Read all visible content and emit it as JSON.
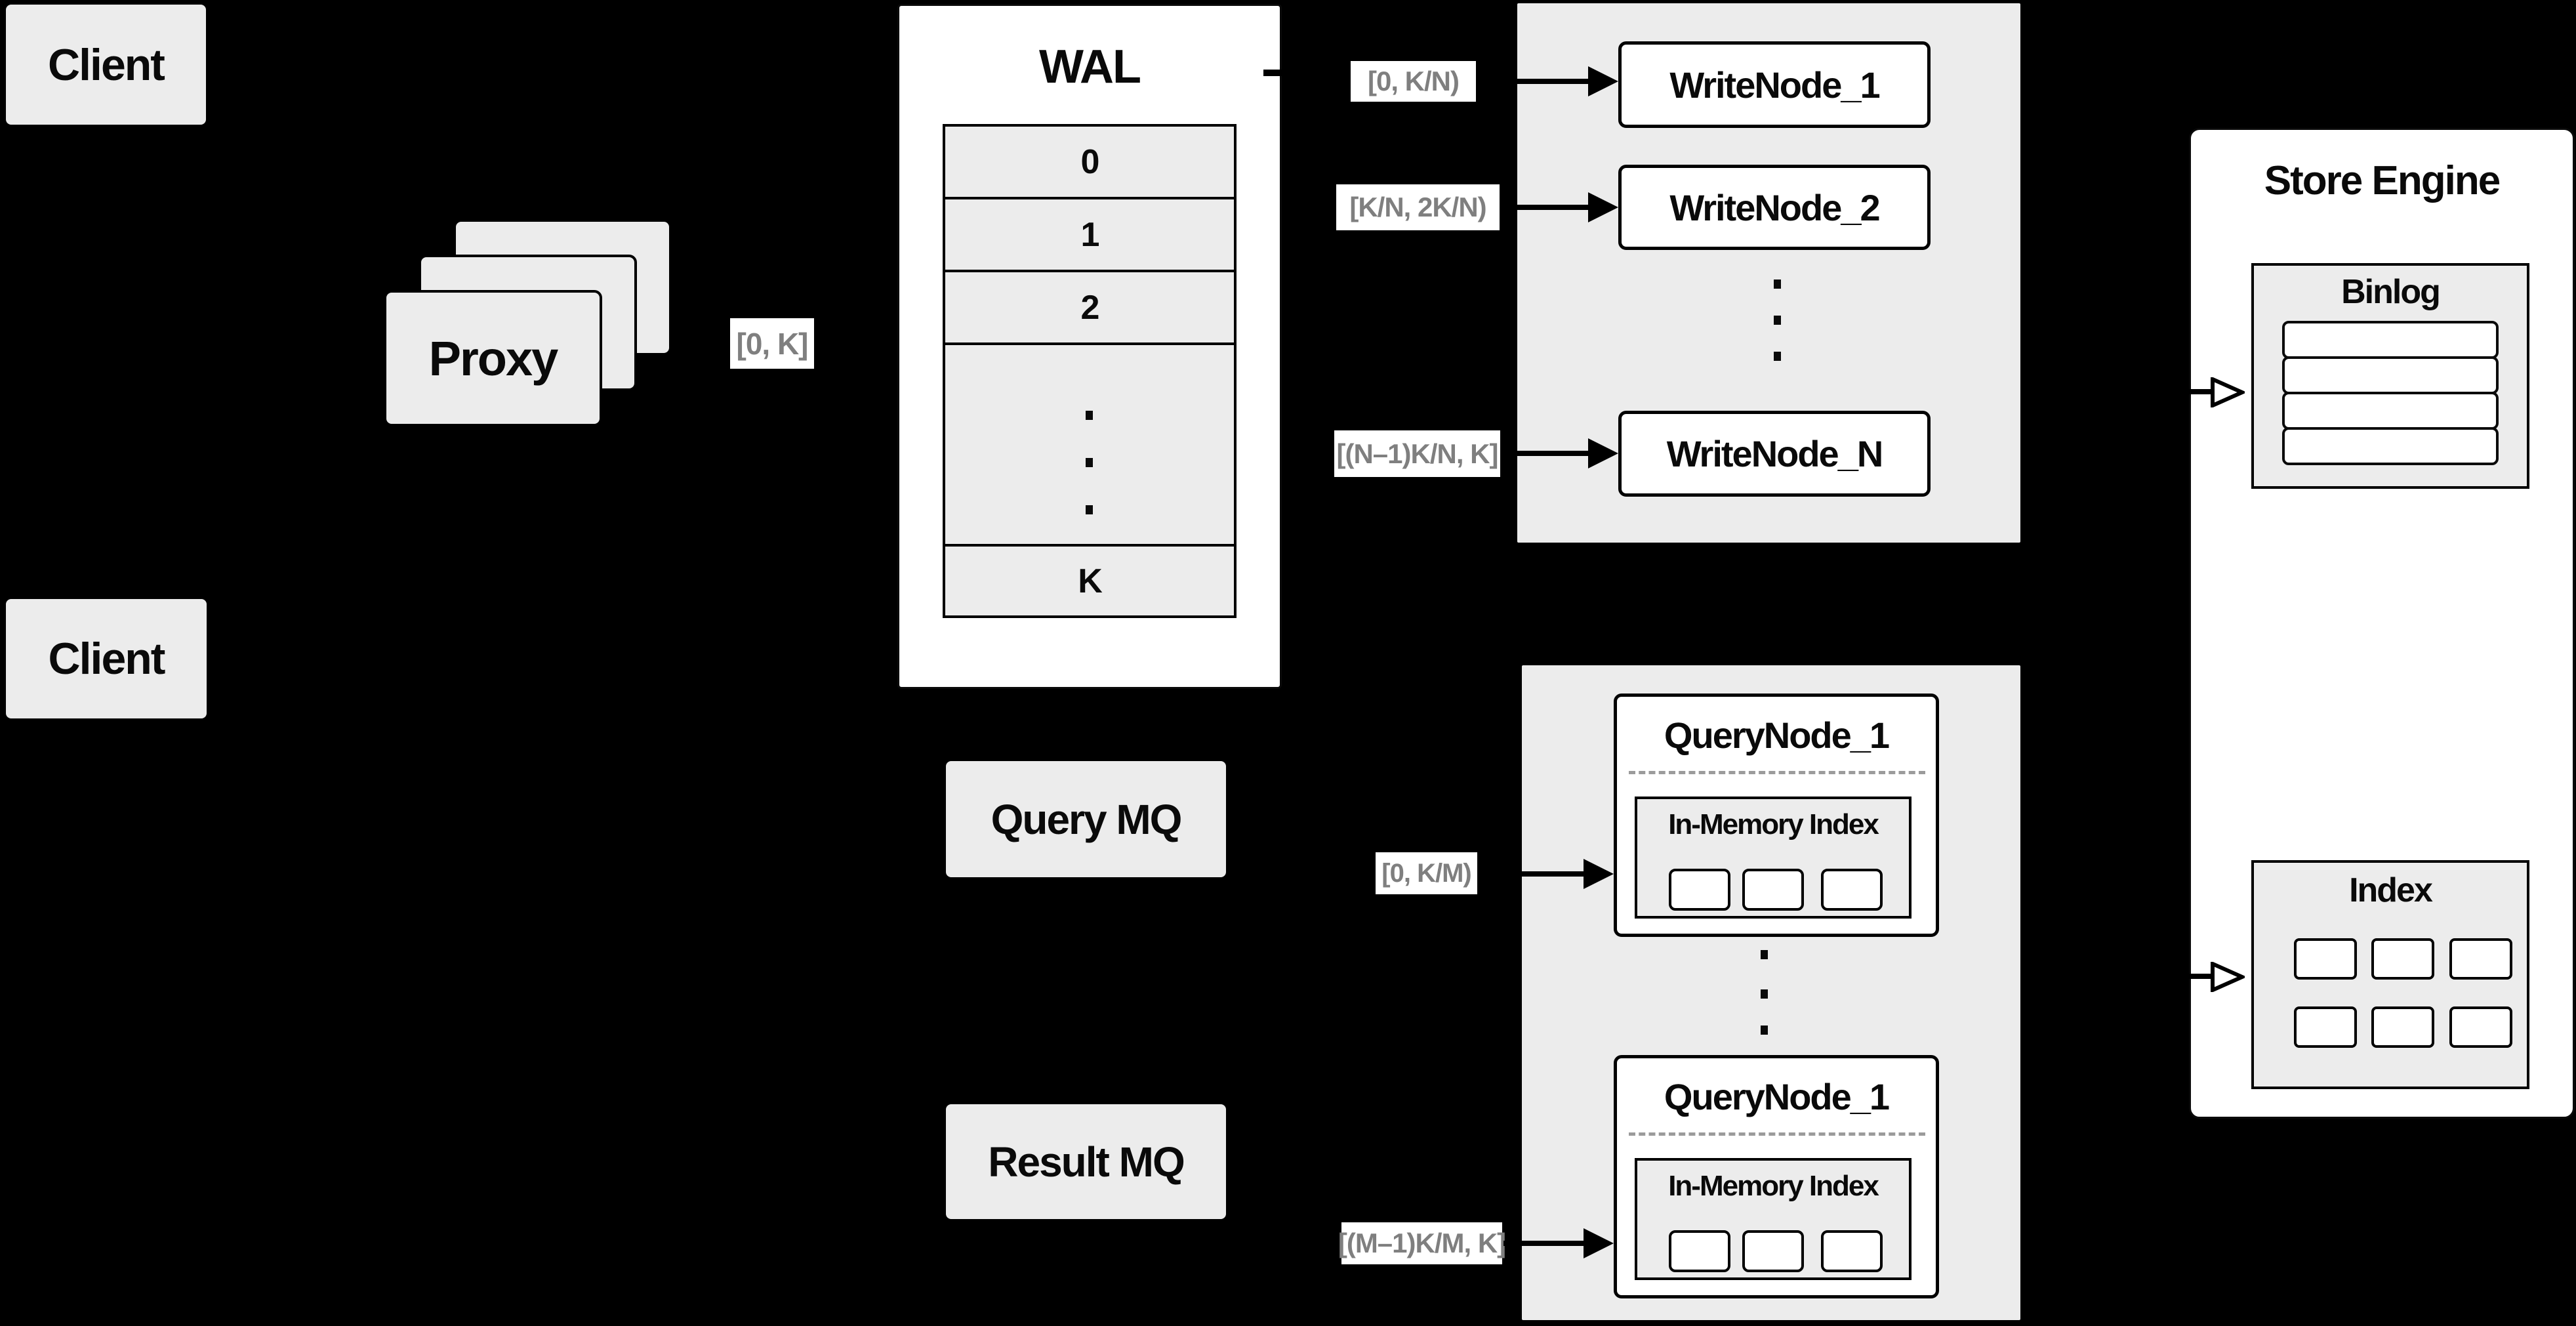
{
  "canvas": {
    "background": "#000000",
    "box_fill": "#ececec",
    "node_fill": "#ffffff",
    "border_color": "#000000",
    "muted_text_color": "#7f7f7f"
  },
  "clients": {
    "top": "Client",
    "bottom": "Client"
  },
  "proxy": {
    "label": "Proxy"
  },
  "range_labels": {
    "proxy_to_wal": "[0, K]",
    "write_1": "[0,  K/N)",
    "write_2": "[K/N, 2K/N)",
    "write_n": "[(N–1)K/N,  K]",
    "query_1": "[0, K/M)",
    "query_m": "[(M–1)K/M, K]"
  },
  "wal": {
    "title": "WAL",
    "rows": [
      "0",
      "1",
      "2"
    ],
    "last_row": "K"
  },
  "write_nodes": {
    "node_1": "WriteNode_1",
    "node_2": "WriteNode_2",
    "node_n": "WriteNode_N"
  },
  "mq": {
    "query": "Query MQ",
    "result": "Result MQ"
  },
  "query_nodes": {
    "top": {
      "title": "QueryNode_1",
      "inner_title": "In-Memory Index"
    },
    "bottom": {
      "title": "QueryNode_1",
      "inner_title": "In-Memory Index"
    }
  },
  "store_engine": {
    "title": "Store Engine",
    "binlog": {
      "title": "Binlog"
    },
    "index": {
      "title": "Index"
    }
  }
}
